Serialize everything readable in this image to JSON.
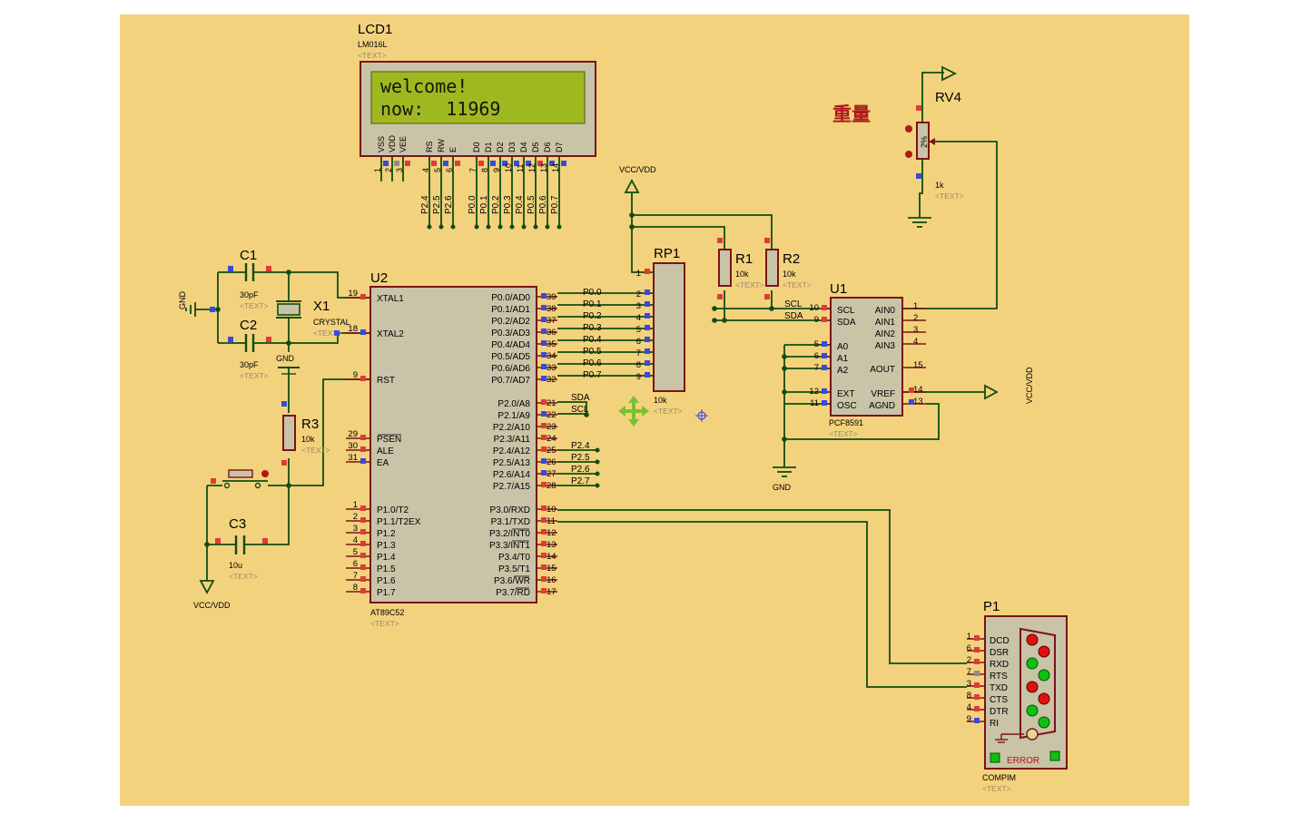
{
  "lcd": {
    "ref": "LCD1",
    "part": "LM016L",
    "text_tag": "<TEXT>",
    "line1": "welcome!",
    "line2": "now:  11969",
    "pin_names": [
      "VSS",
      "VDD",
      "VEE",
      "RS",
      "RW",
      "E",
      "D0",
      "D1",
      "D2",
      "D3",
      "D4",
      "D5",
      "D6",
      "D7"
    ],
    "pin_numbers": [
      "1",
      "2",
      "3",
      "4",
      "5",
      "6",
      "7",
      "8",
      "9",
      "10",
      "11",
      "12",
      "13",
      "14"
    ],
    "net_labels": [
      "P2.4",
      "P2.5",
      "P2.6",
      "P0.0",
      "P0.1",
      "P0.2",
      "P0.3",
      "P0.4",
      "P0.5",
      "P0.6",
      "P0.7"
    ]
  },
  "weight_label": "重量",
  "rv4": {
    "ref": "RV4",
    "value": "1k",
    "text_tag": "<TEXT>"
  },
  "c1": {
    "ref": "C1",
    "value": "30pF",
    "text_tag": "<TEXT>"
  },
  "c2": {
    "ref": "C2",
    "value": "30pF",
    "text_tag": "<TEXT>"
  },
  "c3": {
    "ref": "C3",
    "value": "10u",
    "text_tag": "<TEXT>"
  },
  "x1": {
    "ref": "X1",
    "value": "CRYSTAL",
    "text_tag": "<TEXT>"
  },
  "r1": {
    "ref": "R1",
    "value": "10k",
    "text_tag": "<TEXT>"
  },
  "r2": {
    "ref": "R2",
    "value": "10k",
    "text_tag": "<TEXT>"
  },
  "r3": {
    "ref": "R3",
    "value": "10k",
    "text_tag": "<TEXT>"
  },
  "rp1": {
    "ref": "RP1",
    "value": "10k",
    "text_tag": "<TEXT>",
    "pins": [
      "1",
      "2",
      "3",
      "4",
      "5",
      "6",
      "7",
      "8",
      "9"
    ]
  },
  "power": {
    "vcc": "VCC/VDD",
    "gnd": "GND"
  },
  "u2": {
    "ref": "U2",
    "part": "AT89C52",
    "text_tag": "<TEXT>",
    "left_pins": [
      {
        "num": "19",
        "name": "XTAL1"
      },
      {
        "num": "18",
        "name": "XTAL2"
      },
      {
        "num": "9",
        "name": "RST"
      },
      {
        "num": "29",
        "name": "PSEN"
      },
      {
        "num": "30",
        "name": "ALE"
      },
      {
        "num": "31",
        "name": "EA"
      },
      {
        "num": "1",
        "name": "P1.0/T2"
      },
      {
        "num": "2",
        "name": "P1.1/T2EX"
      },
      {
        "num": "3",
        "name": "P1.2"
      },
      {
        "num": "4",
        "name": "P1.3"
      },
      {
        "num": "5",
        "name": "P1.4"
      },
      {
        "num": "6",
        "name": "P1.5"
      },
      {
        "num": "7",
        "name": "P1.6"
      },
      {
        "num": "8",
        "name": "P1.7"
      }
    ],
    "right_pins": [
      {
        "num": "39",
        "name": "P0.0/AD0"
      },
      {
        "num": "38",
        "name": "P0.1/AD1"
      },
      {
        "num": "37",
        "name": "P0.2/AD2"
      },
      {
        "num": "36",
        "name": "P0.3/AD3"
      },
      {
        "num": "35",
        "name": "P0.4/AD4"
      },
      {
        "num": "34",
        "name": "P0.5/AD5"
      },
      {
        "num": "33",
        "name": "P0.6/AD6"
      },
      {
        "num": "32",
        "name": "P0.7/AD7"
      },
      {
        "num": "21",
        "name": "P2.0/A8"
      },
      {
        "num": "22",
        "name": "P2.1/A9"
      },
      {
        "num": "23",
        "name": "P2.2/A10"
      },
      {
        "num": "24",
        "name": "P2.3/A11"
      },
      {
        "num": "25",
        "name": "P2.4/A12"
      },
      {
        "num": "26",
        "name": "P2.5/A13"
      },
      {
        "num": "27",
        "name": "P2.6/A14"
      },
      {
        "num": "28",
        "name": "P2.7/A15"
      },
      {
        "num": "10",
        "name": "P3.0/RXD"
      },
      {
        "num": "11",
        "name": "P3.1/TXD"
      },
      {
        "num": "12",
        "name": "P3.2/INT0"
      },
      {
        "num": "13",
        "name": "P3.3/INT1"
      },
      {
        "num": "14",
        "name": "P3.4/T0"
      },
      {
        "num": "15",
        "name": "P3.5/T1"
      },
      {
        "num": "16",
        "name": "P3.6/WR"
      },
      {
        "num": "17",
        "name": "P3.7/RD"
      }
    ],
    "p0_net_labels": [
      "P0.0",
      "P0.1",
      "P0.2",
      "P0.3",
      "P0.4",
      "P0.5",
      "P0.6",
      "P0.7"
    ],
    "p2_net_labels": [
      "SDA",
      "SCL",
      "P2.4",
      "P2.5",
      "P2.6",
      "P2.7"
    ]
  },
  "u1": {
    "ref": "U1",
    "part": "PCF8591",
    "text_tag": "<TEXT>",
    "net_scl": "SCL",
    "net_sda": "SDA",
    "left_pins": [
      {
        "num": "10",
        "name": "SCL"
      },
      {
        "num": "9",
        "name": "SDA"
      },
      {
        "num": "5",
        "name": "A0"
      },
      {
        "num": "6",
        "name": "A1"
      },
      {
        "num": "7",
        "name": "A2"
      },
      {
        "num": "12",
        "name": "EXT"
      },
      {
        "num": "11",
        "name": "OSC"
      }
    ],
    "right_pins": [
      {
        "num": "1",
        "name": "AIN0"
      },
      {
        "num": "2",
        "name": "AIN1"
      },
      {
        "num": "3",
        "name": "AIN2"
      },
      {
        "num": "4",
        "name": "AIN3"
      },
      {
        "num": "15",
        "name": "AOUT"
      },
      {
        "num": "14",
        "name": "VREF"
      },
      {
        "num": "13",
        "name": "AGND"
      }
    ]
  },
  "p1": {
    "ref": "P1",
    "part": "COMPIM",
    "text_tag": "<TEXT>",
    "error": "ERROR",
    "pins": [
      {
        "num": "1",
        "name": "DCD"
      },
      {
        "num": "6",
        "name": "DSR"
      },
      {
        "num": "2",
        "name": "RXD"
      },
      {
        "num": "7",
        "name": "RTS"
      },
      {
        "num": "3",
        "name": "TXD"
      },
      {
        "num": "8",
        "name": "CTS"
      },
      {
        "num": "4",
        "name": "DTR"
      },
      {
        "num": "9",
        "name": "RI"
      }
    ]
  },
  "colors": {
    "sheet": "#f3d27e",
    "wire": "#0f4d0f",
    "component_outline": "#7a1414",
    "component_fill": "#c9c3a8",
    "lcd_screen": "#a0b820",
    "pin_red": "#e03a3a",
    "pin_blue": "#3a48e0",
    "pin_gray": "#8c8c8c",
    "title_red": "#b01818",
    "led_red": "#e01010",
    "led_green": "#10c010"
  }
}
